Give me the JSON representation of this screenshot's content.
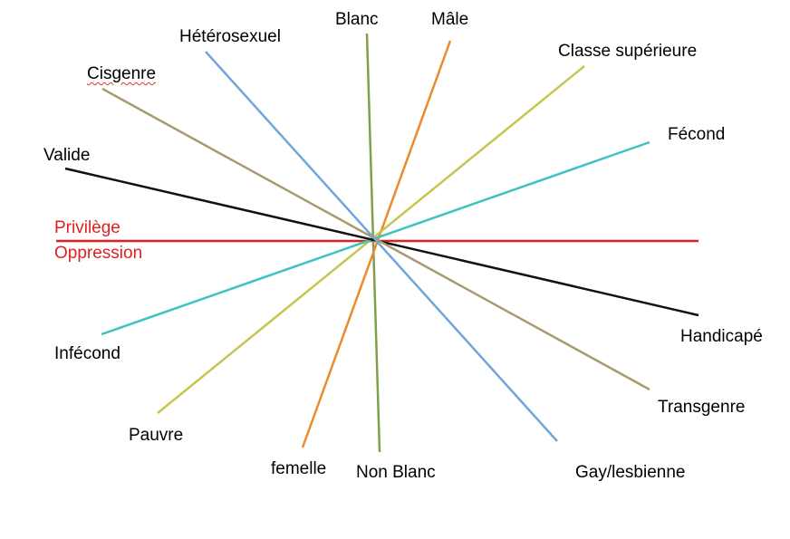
{
  "central_axis": {
    "top_label": "Privilège",
    "bottom_label": "Oppression",
    "color": "#e02020"
  },
  "spokes": [
    {
      "id": "blanc",
      "privilege": "Blanc",
      "oppression": "Non Blanc",
      "color": "#7fa04a"
    },
    {
      "id": "male",
      "privilege": "Mâle",
      "oppression": "femelle",
      "color": "#ec8a2c"
    },
    {
      "id": "classe",
      "privilege": "Classe supérieure",
      "oppression": "Pauvre",
      "color": "#c8c450"
    },
    {
      "id": "fecond",
      "privilege": "Fécond",
      "oppression": "Infécond",
      "color": "#3fc2c0"
    },
    {
      "id": "valide",
      "privilege": "Valide",
      "oppression": "Handicapé",
      "color": "#111111"
    },
    {
      "id": "cis",
      "privilege": "Cisgenre",
      "oppression": "Transgenre",
      "color": "#a89a6c"
    },
    {
      "id": "hetero",
      "privilege": "Hétérosexuel",
      "oppression": "Gay/lesbienne",
      "color": "#6fa6dd"
    }
  ]
}
